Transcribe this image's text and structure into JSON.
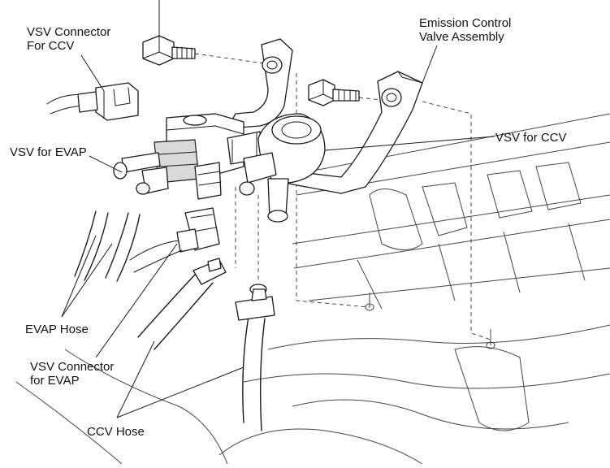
{
  "labels": {
    "vsv_connector_ccv_line1": "VSV Connector",
    "vsv_connector_ccv_line2": "For CCV",
    "emission_line1": "Emission Control",
    "emission_line2": "Valve Assembly",
    "vsv_for_evap": "VSV for EVAP",
    "vsv_for_ccv": "VSV for CCV",
    "evap_hose": "EVAP Hose",
    "vsv_connector_evap_line1": "VSV Connector",
    "vsv_connector_evap_line2": "for EVAP",
    "ccv_hose": "CCV Hose"
  }
}
